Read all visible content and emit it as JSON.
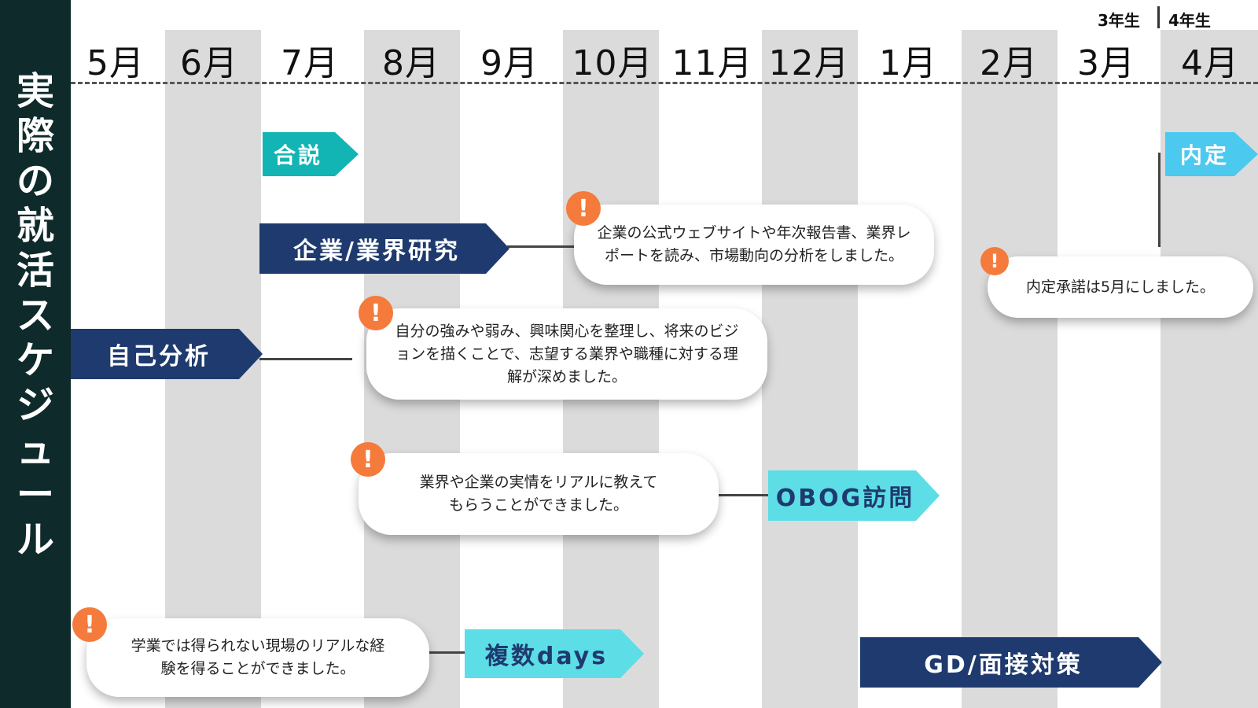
{
  "sidebar": {
    "title": "実際の就活スケジュール"
  },
  "header": {
    "grade_3": "3年生",
    "grade_4": "4年生",
    "months": [
      "5月",
      "6月",
      "7月",
      "8月",
      "9月",
      "10月",
      "11月",
      "12月",
      "1月",
      "2月",
      "3月",
      "4月"
    ]
  },
  "events": {
    "goudou": "合説",
    "research": "企業/業界研究",
    "self_analysis": "自己分析",
    "obog": "OBOG訪問",
    "internship": "複数days",
    "gd": "GD/面接対策",
    "naitei": "内定"
  },
  "notes": {
    "research": "企業の公式ウェブサイトや年次報告書、業界レポートを読み、市場動向の分析をしました。",
    "self_analysis": "自分の強みや弱み、興味関心を整理し、将来のビジョンを描くことで、志望する業界や職種に対する理解が深めました。",
    "obog": "業界や企業の実情をリアルに教えてもらうことができました。",
    "internship": "学業では得られない現場のリアルな経験を得ることができました。",
    "naitei": "内定承諾は5月にしました。"
  },
  "alert_symbol": "!",
  "colors": {
    "sidebar": "#0f2a2b",
    "navy": "#1e3a6e",
    "teal": "#13b4b4",
    "cyan": "#5ddde5",
    "sky": "#4cc9ef",
    "alert": "#f47b3c",
    "stripe": "#dbdbdb"
  }
}
